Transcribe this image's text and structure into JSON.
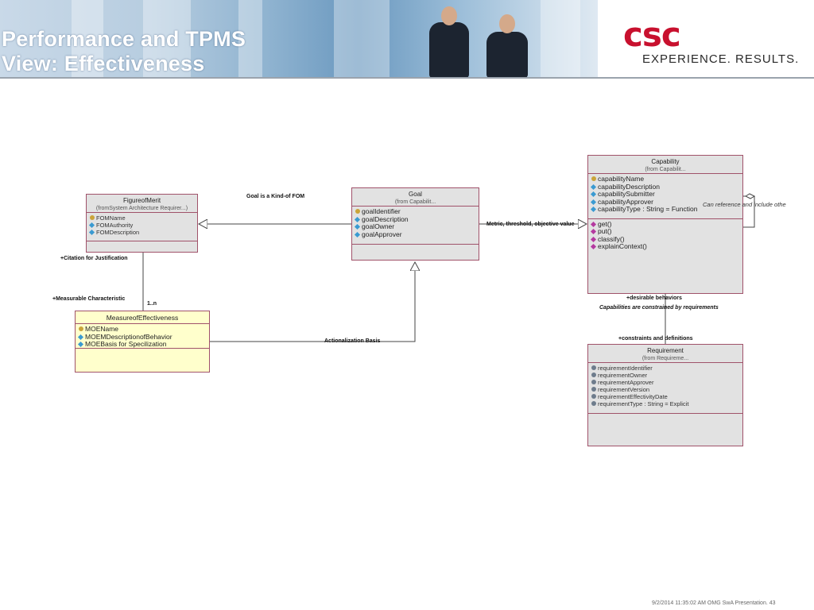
{
  "header": {
    "title_line1": "Performance and TPMS",
    "title_line2": "View: Effectiveness",
    "logo_text": "csc",
    "tagline": "EXPERIENCE. RESULTS.",
    "brand_color": "#c8102e"
  },
  "diagram": {
    "classes": {
      "figure_of_merit": {
        "name": "FigureofMerit",
        "from": "(fromSystem Architecture Requirer...)",
        "attributes": [
          "FOMName",
          "FOMAuthority",
          "FOMDescription"
        ]
      },
      "goal": {
        "name": "Goal",
        "from": "(from Capabilit...",
        "attributes": [
          "goalIdentifier",
          "goalDescription",
          "goalOwner",
          "goalApprover"
        ]
      },
      "capability": {
        "name": "Capability",
        "from": "(from Capabilit...",
        "attributes": [
          "capabilityName",
          "capabilityDescription",
          "capabilitySubmitter",
          "capabilityApprover",
          "capabilityType : String = Function"
        ],
        "operations": [
          "get()",
          "put()",
          "classify()",
          "explainContext()"
        ]
      },
      "moe": {
        "name": "MeasureofEffectiveness",
        "attributes": [
          "MOEName",
          "MOEMDescriptionofBehavior",
          "MOEBasis for Specilization"
        ]
      },
      "requirement": {
        "name": "Requirement",
        "from": "(from Requireme...",
        "attributes": [
          "requirementIdentifier",
          "requirementOwner",
          "requirementApprover",
          "requirementVersion",
          "requirementEffectivityDate",
          "requirementType : String = Explicit"
        ]
      }
    },
    "labels": {
      "goal_kind_of_fom": "Goal is a Kind-of FOM",
      "metric": "Metric, threshold, objective value",
      "citation": "+Citation for Justification",
      "measurable": "+Measurable Characteristic",
      "multiplicity": "1..n",
      "actionalization": "Actionalization Basis",
      "can_reference": "Can reference and include othe",
      "desirable": "+desirable behaviors",
      "constrained": "Capabilities are constrained by requirements",
      "constraints": "+constraints and definitions"
    }
  },
  "footer": {
    "text": "9/2/2014 11:35:02 AM OMG SwA Presentation. 43"
  }
}
